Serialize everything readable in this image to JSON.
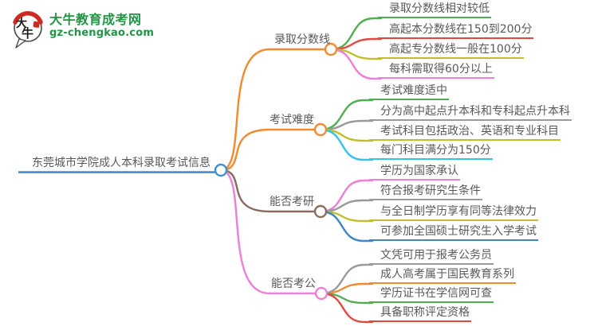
{
  "logo": {
    "title": "大牛教育成考网",
    "domain": "gz-chengkao.com",
    "icon_char_top": "大",
    "icon_char_bottom": "牛",
    "brand_green": "#219544",
    "brand_red": "#ce2a24"
  },
  "mindmap": {
    "text_color": "#58595b",
    "root": {
      "label": "东莞城市学院成人本科录取考试信息",
      "color": "#3f8fd6"
    },
    "branches": [
      {
        "label": "录取分数线",
        "color": "#f5892d",
        "children": [
          {
            "label": "录取分数线相对较低",
            "color": "#52ae52"
          },
          {
            "label": "高起本分数线在150到200分",
            "color": "#e54740"
          },
          {
            "label": "高起专分数线一般在100分",
            "color": "#c2bd2c"
          },
          {
            "label": "每科需取得60分以上",
            "color": "#ee7fd4"
          }
        ]
      },
      {
        "label": "考试难度",
        "color": "#f5892d",
        "children": [
          {
            "label": "考试难度适中",
            "color": "#52ae52"
          },
          {
            "label": "分为高中起点升本科和专科起点升本科",
            "color": "#9a9a9a"
          },
          {
            "label": "考试科目包括政治、英语和专业科目",
            "color": "#c2bd2c"
          },
          {
            "label": "每门科目满分为150分",
            "color": "#33c5e8"
          }
        ]
      },
      {
        "label": "能否考研",
        "color": "#8d6a5e",
        "children": [
          {
            "label": "学历为国家承认",
            "color": "#ee7fd4"
          },
          {
            "label": "符合报考研究生条件",
            "color": "#9a9a9a"
          },
          {
            "label": "与全日制学历享有同等法律效力",
            "color": "#c2bd2c"
          },
          {
            "label": "可参加全国硕士研究生入学考试",
            "color": "#3e86c8"
          }
        ]
      },
      {
        "label": "能否考公",
        "color": "#ee7fd4",
        "children": [
          {
            "label": "文凭可用于报考公务员",
            "color": "#9a9a9a"
          },
          {
            "label": "成人高考属于国民教育系列",
            "color": "#f5892d"
          },
          {
            "label": "学历证书在学信网可查",
            "color": "#52ae52"
          },
          {
            "label": "具备职称评定资格",
            "color": "#e54740"
          }
        ]
      }
    ]
  }
}
